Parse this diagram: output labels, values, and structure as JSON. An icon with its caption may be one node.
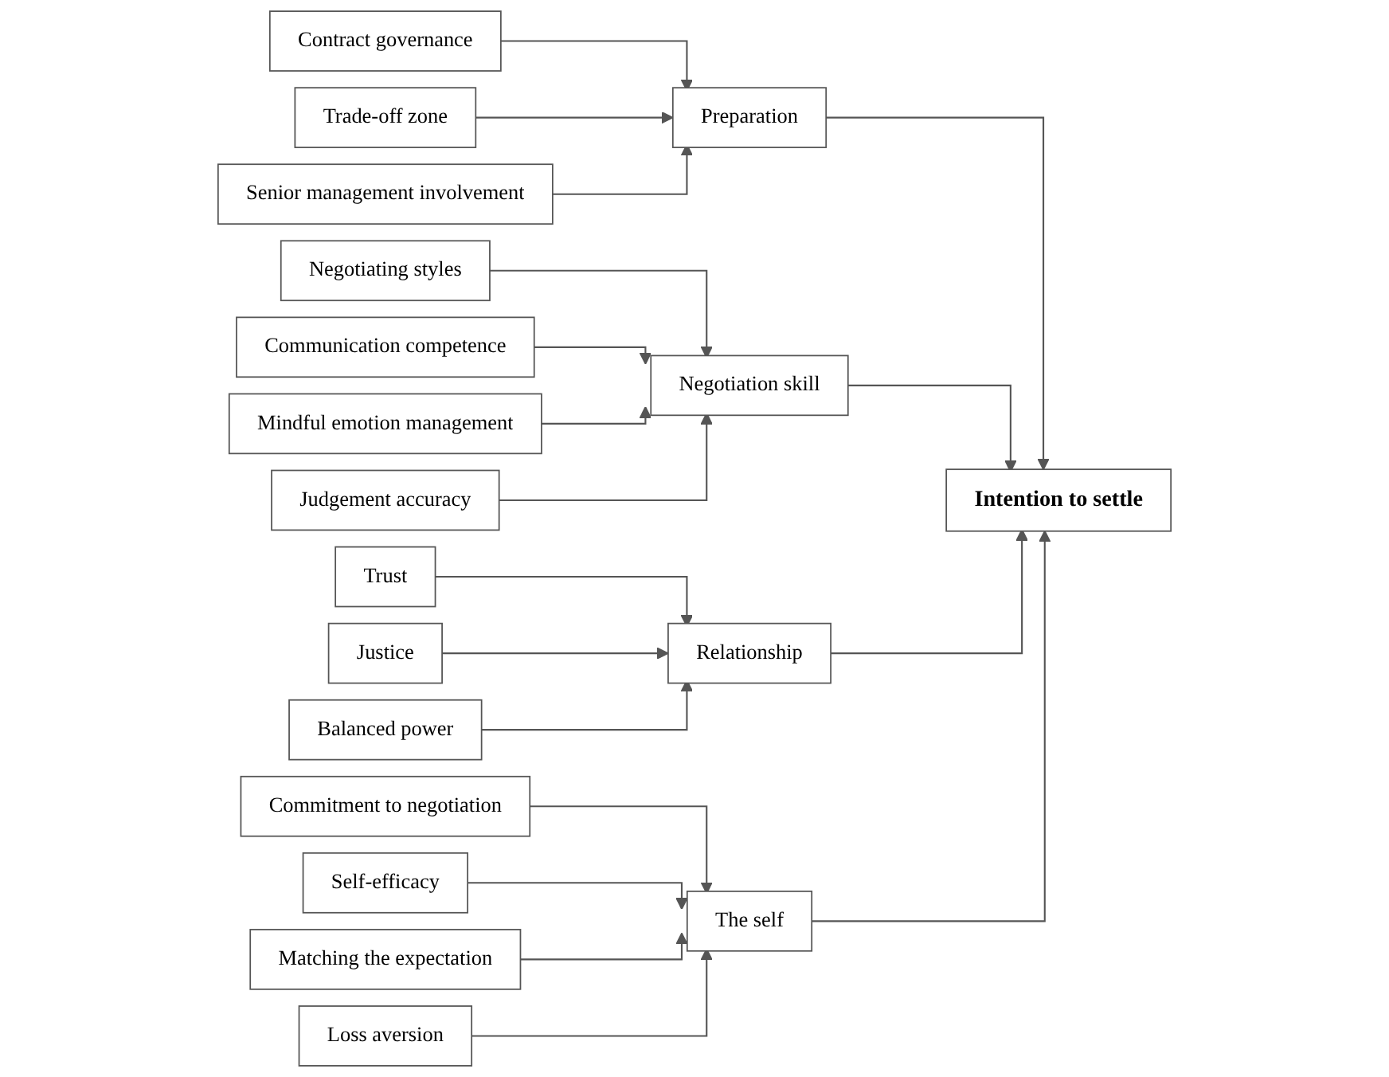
{
  "diagram": {
    "nodes": [
      {
        "text": [
          "Contract governance"
        ]
      },
      {
        "text": [
          "Trade-off zone"
        ]
      },
      {
        "text": [
          "Senior management involvement"
        ]
      },
      {
        "text": [
          "Preparation"
        ]
      },
      {
        "text": [
          "Negotiating styles"
        ]
      },
      {
        "text": [
          "Communication competence"
        ]
      },
      {
        "text": [
          "Mindful emotion management"
        ]
      },
      {
        "text": [
          "Judgement accuracy"
        ]
      },
      {
        "text": [
          "Negotiation skill"
        ]
      },
      {
        "text": [
          "Trust"
        ]
      },
      {
        "text": [
          "Justice"
        ]
      },
      {
        "text": [
          "Balanced power"
        ]
      },
      {
        "text": [
          "Relationship"
        ]
      },
      {
        "text": [
          "Commitment to negotiation"
        ]
      },
      {
        "text": [
          "Self-efficacy"
        ]
      },
      {
        "text": [
          "Matching the expectation"
        ]
      },
      {
        "text": [
          "Loss aversion"
        ]
      },
      {
        "text": [
          "The self"
        ]
      },
      {
        "text": [
          "Intention to settle"
        ]
      }
    ],
    "edges": [
      {
        "from": 0,
        "to": 3,
        "arrow": "to"
      },
      {
        "from": 1,
        "to": 3,
        "arrow": "to"
      },
      {
        "from": 2,
        "to": 3,
        "arrow": "to"
      },
      {
        "from": 4,
        "to": 8,
        "arrow": "to"
      },
      {
        "from": 5,
        "to": 8,
        "arrow": "to"
      },
      {
        "from": 6,
        "to": 8,
        "arrow": "to"
      },
      {
        "from": 7,
        "to": 8,
        "arrow": "to"
      },
      {
        "from": 9,
        "to": 12,
        "arrow": "to"
      },
      {
        "from": 10,
        "to": 12,
        "arrow": "to"
      },
      {
        "from": 11,
        "to": 12,
        "arrow": "to"
      },
      {
        "from": 13,
        "to": 17,
        "arrow": "to"
      },
      {
        "from": 14,
        "to": 17,
        "arrow": "to"
      },
      {
        "from": 15,
        "to": 17,
        "arrow": "to"
      },
      {
        "from": 16,
        "to": 17,
        "arrow": "to"
      },
      {
        "from": 3,
        "to": 18,
        "arrow": "to"
      },
      {
        "from": 8,
        "to": 18,
        "arrow": "to"
      },
      {
        "from": 12,
        "to": 18,
        "arrow": "to"
      },
      {
        "from": 17,
        "to": 18,
        "arrow": "to"
      }
    ]
  }
}
